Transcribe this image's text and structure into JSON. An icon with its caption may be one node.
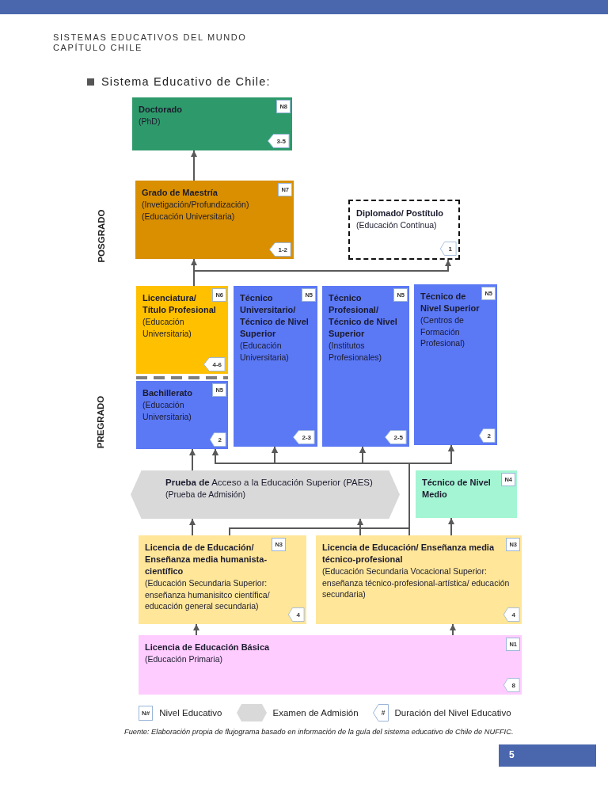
{
  "diagram": {
    "title": "Sistema Educativo de Chile:",
    "caption": "Fuente: Elaboración propia de flujograma basado en información de la guía del sistema educativo de Chile de NUFFIC.",
    "nodes": [
      {
        "text": [
          "Doctorado",
          "(PhD)",
          "N8",
          "3-5"
        ]
      },
      {
        "text": [
          "Grado de Maestría",
          "(Invetigación/Profundización)",
          "(Educación Universitaria)",
          "N7",
          "1-2"
        ]
      },
      {
        "text": [
          "Diplomado/ Postítulo",
          "(Educación Contínua)",
          "1"
        ]
      },
      {
        "text": [
          "Licenciatura/ Título Profesional",
          "(Educación Universitaria)",
          "N6",
          "4-6"
        ]
      },
      {
        "text": [
          "Bachillerato",
          "(Educación Universitaria)",
          "N5",
          "2"
        ]
      },
      {
        "text": [
          "Técnico Universitario/ Técnico de Nivel Superior",
          "(Educación Universitaria)",
          "N5",
          "2-3"
        ]
      },
      {
        "text": [
          "Técnico Profesional/ Técnico de Nivel Superior",
          "(Institutos Profesionales)",
          "N5",
          "2-5"
        ]
      },
      {
        "text": [
          "Técnico de Nivel Superior",
          "(Centros de Formación Profesional)",
          "N5",
          "2"
        ]
      },
      {
        "text": [
          "**Prueba de** Acceso a la Educación Superior (PAES)",
          "(Prueba de Admisión)"
        ]
      },
      {
        "text": [
          "Técnico de Nivel Medio",
          "N4"
        ]
      },
      {
        "text": [
          "Licencia de de Educación/ Enseñanza media humanista-científico",
          "(Educación Secundaria Superior: enseñanza humanisitco científica/ educación general secundaria)",
          "N3",
          "4"
        ]
      },
      {
        "text": [
          "Licencia de Educación/ Enseñanza media técnico-profesional",
          "(Educación Secundaria Vocacional Superior: enseñanza técnico-profesional-artística/ educación secundaria)",
          "N3",
          "4"
        ]
      },
      {
        "text": [
          "Licencia de Educación Básica",
          "(Educación Primaria)",
          "N1",
          "8"
        ]
      }
    ],
    "edges": [
      {
        "from": 1,
        "to": 0,
        "arrow": "to"
      },
      {
        "from": 3,
        "to": 1,
        "arrow": "to"
      },
      {
        "from": 3,
        "to": 2,
        "arrow": "to"
      },
      {
        "from": 8,
        "to": 4,
        "arrow": "to"
      },
      {
        "from": 10,
        "to": 4,
        "arrow": "to"
      },
      {
        "from": 10,
        "to": 5,
        "arrow": "to"
      },
      {
        "from": 10,
        "to": 6,
        "arrow": "to"
      },
      {
        "from": 10,
        "to": 7,
        "arrow": "to"
      },
      {
        "from": 11,
        "to": 4,
        "arrow": "to"
      },
      {
        "from": 11,
        "to": 5,
        "arrow": "to"
      },
      {
        "from": 11,
        "to": 6,
        "arrow": "to"
      },
      {
        "from": 11,
        "to": 7,
        "arrow": "to"
      },
      {
        "from": 10,
        "to": 8,
        "arrow": "to"
      },
      {
        "from": 11,
        "to": 8,
        "arrow": "to"
      },
      {
        "from": 11,
        "to": 9,
        "arrow": "to"
      },
      {
        "from": 12,
        "to": 10,
        "arrow": "to"
      },
      {
        "from": 12,
        "to": 11,
        "arrow": "to"
      }
    ],
    "labels": [
      "SISTEMAS EDUCATIVOS DEL MUNDO",
      "CAPÍTULO CHILE",
      "POSGRADO",
      "PREGRADO",
      "N#",
      "#",
      "5"
    ],
    "legend": [
      {
        "text": "Nivel Educativo"
      },
      {
        "text": "Examen de Admisión"
      },
      {
        "text": "Duración del Nivel Educativo"
      }
    ]
  }
}
